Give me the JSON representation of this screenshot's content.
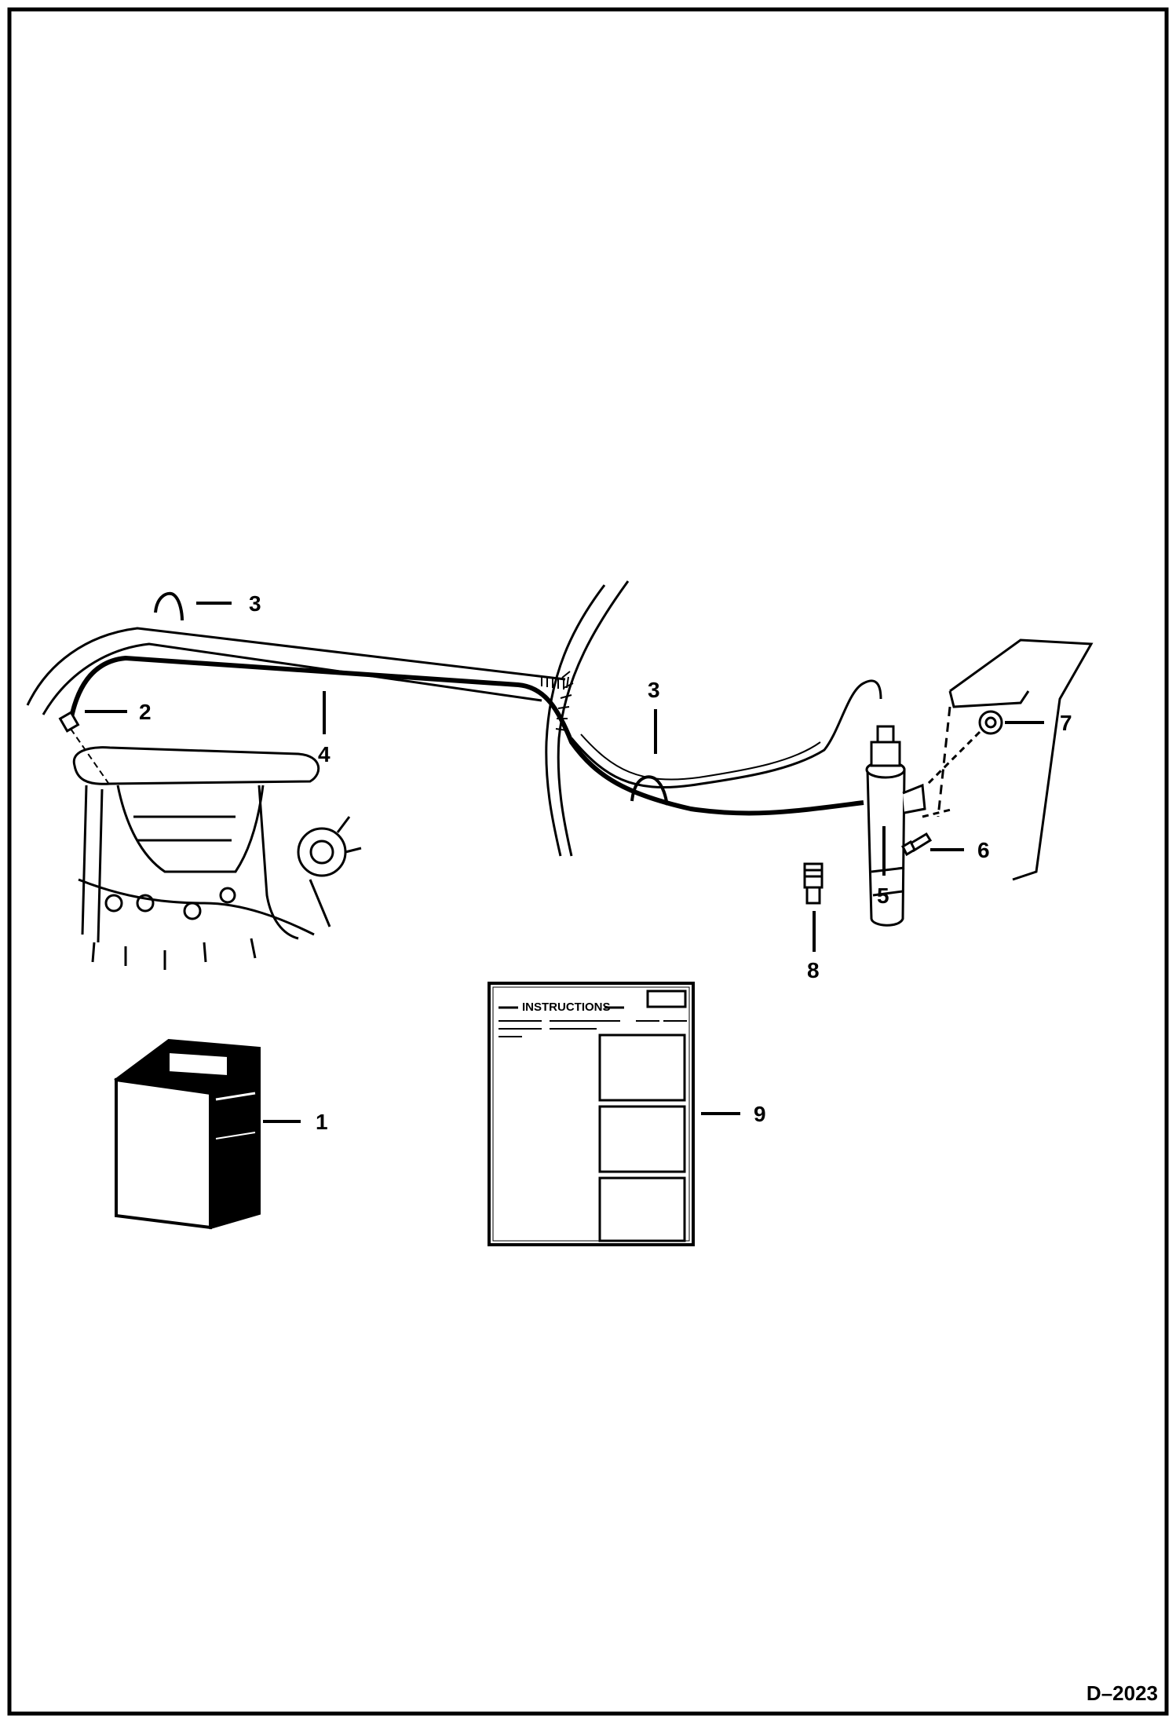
{
  "figure_id": "D–2023",
  "callouts": {
    "c1": "1",
    "c2": "2",
    "c3a": "3",
    "c3b": "3",
    "c4": "4",
    "c5": "5",
    "c6": "6",
    "c7": "7",
    "c8": "8",
    "c9": "9"
  },
  "manual": {
    "heading": "INSTRUCTIONS"
  }
}
